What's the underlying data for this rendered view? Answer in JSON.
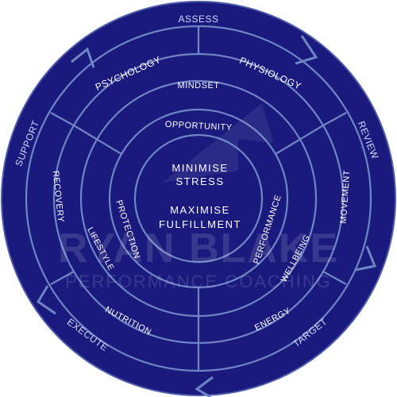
{
  "colors": {
    "fill": "#1a1a7e",
    "fill_dark": "#15156e",
    "stroke": "#6f86c4",
    "text": "#ffffff"
  },
  "outer_ring": [
    "ASSESS",
    "REVIEW",
    "TARGET",
    "EXECUTE",
    "SUPPORT"
  ],
  "ring4": [
    "PSYCHOLOGY",
    "PHYSIOLOGY",
    "MOVEMENT",
    "ENERGY",
    "NUTRITION",
    "RECOVERY"
  ],
  "ring3": [
    "MINDSET",
    "WELLBEING",
    "LIFESTYLE"
  ],
  "ring2": [
    "OPPORTUNITY",
    "PERFORMANCE",
    "PROTECTION"
  ],
  "center": {
    "line1": "MINIMISE",
    "line2": "STRESS",
    "line3": "MAXIMISE",
    "line4": "FULFILLMENT"
  },
  "watermark": {
    "name": "RYAN BLAKE",
    "tagline": "PERFORMANCE COACHING"
  }
}
